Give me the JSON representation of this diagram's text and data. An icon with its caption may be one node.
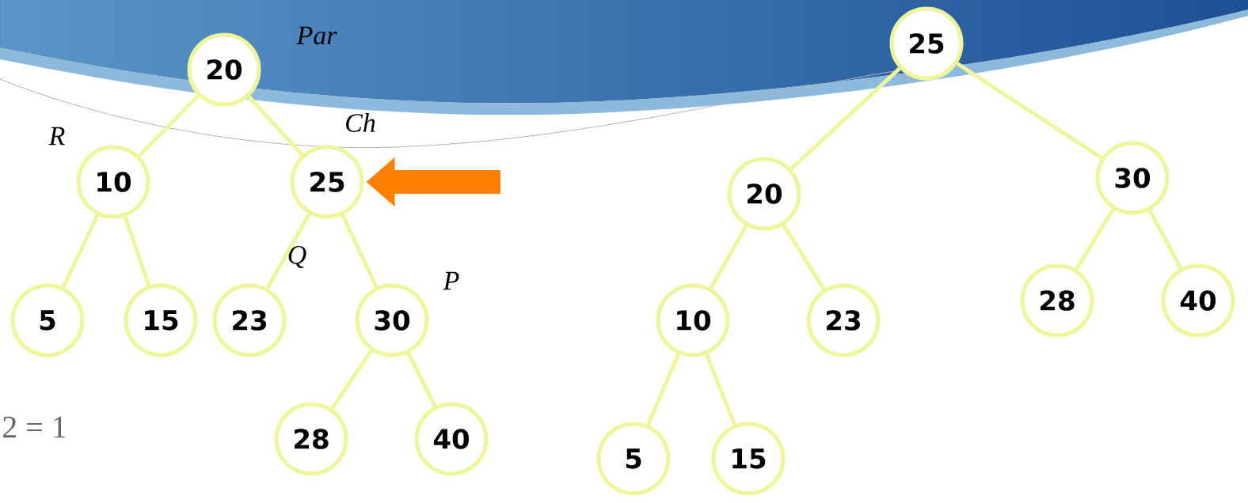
{
  "diagram": {
    "nodes": [
      {
        "text": [
          "20"
        ],
        "beside": [
          "Par"
        ]
      },
      {
        "text": [
          "10"
        ],
        "beside": [
          "R"
        ]
      },
      {
        "text": [
          "25"
        ],
        "beside": [
          "Ch"
        ]
      },
      {
        "text": [
          "5"
        ]
      },
      {
        "text": [
          "15"
        ]
      },
      {
        "text": [
          "23"
        ],
        "beside": [
          "Q"
        ]
      },
      {
        "text": [
          "30"
        ],
        "beside": [
          "P"
        ]
      },
      {
        "text": [
          "28"
        ]
      },
      {
        "text": [
          "40"
        ]
      },
      {
        "text": [
          "25"
        ]
      },
      {
        "text": [
          "20"
        ]
      },
      {
        "text": [
          "30"
        ]
      },
      {
        "text": [
          "10"
        ]
      },
      {
        "text": [
          "23"
        ]
      },
      {
        "text": [
          "28"
        ]
      },
      {
        "text": [
          "40"
        ]
      },
      {
        "text": [
          "5"
        ]
      },
      {
        "text": [
          "15"
        ]
      }
    ],
    "edges": [
      {
        "from": 0,
        "to": 1,
        "arrow": "none"
      },
      {
        "from": 0,
        "to": 2,
        "arrow": "none"
      },
      {
        "from": 1,
        "to": 3,
        "arrow": "none"
      },
      {
        "from": 1,
        "to": 4,
        "arrow": "none"
      },
      {
        "from": 2,
        "to": 5,
        "arrow": "none"
      },
      {
        "from": 2,
        "to": 6,
        "arrow": "none"
      },
      {
        "from": 6,
        "to": 7,
        "arrow": "none"
      },
      {
        "from": 6,
        "to": 8,
        "arrow": "none"
      },
      {
        "from": 9,
        "to": 10,
        "arrow": "none"
      },
      {
        "from": 9,
        "to": 11,
        "arrow": "none"
      },
      {
        "from": 10,
        "to": 12,
        "arrow": "none"
      },
      {
        "from": 10,
        "to": 13,
        "arrow": "none"
      },
      {
        "from": 11,
        "to": 14,
        "arrow": "none"
      },
      {
        "from": 11,
        "to": 15,
        "arrow": "none"
      },
      {
        "from": 12,
        "to": 16,
        "arrow": "none"
      },
      {
        "from": 12,
        "to": 17,
        "arrow": "none"
      },
      {
        "from": null,
        "to": 2,
        "arrow": "to",
        "style": "thick",
        "color": "#ff7f00"
      }
    ],
    "labels": [
      "2 = 1"
    ]
  }
}
